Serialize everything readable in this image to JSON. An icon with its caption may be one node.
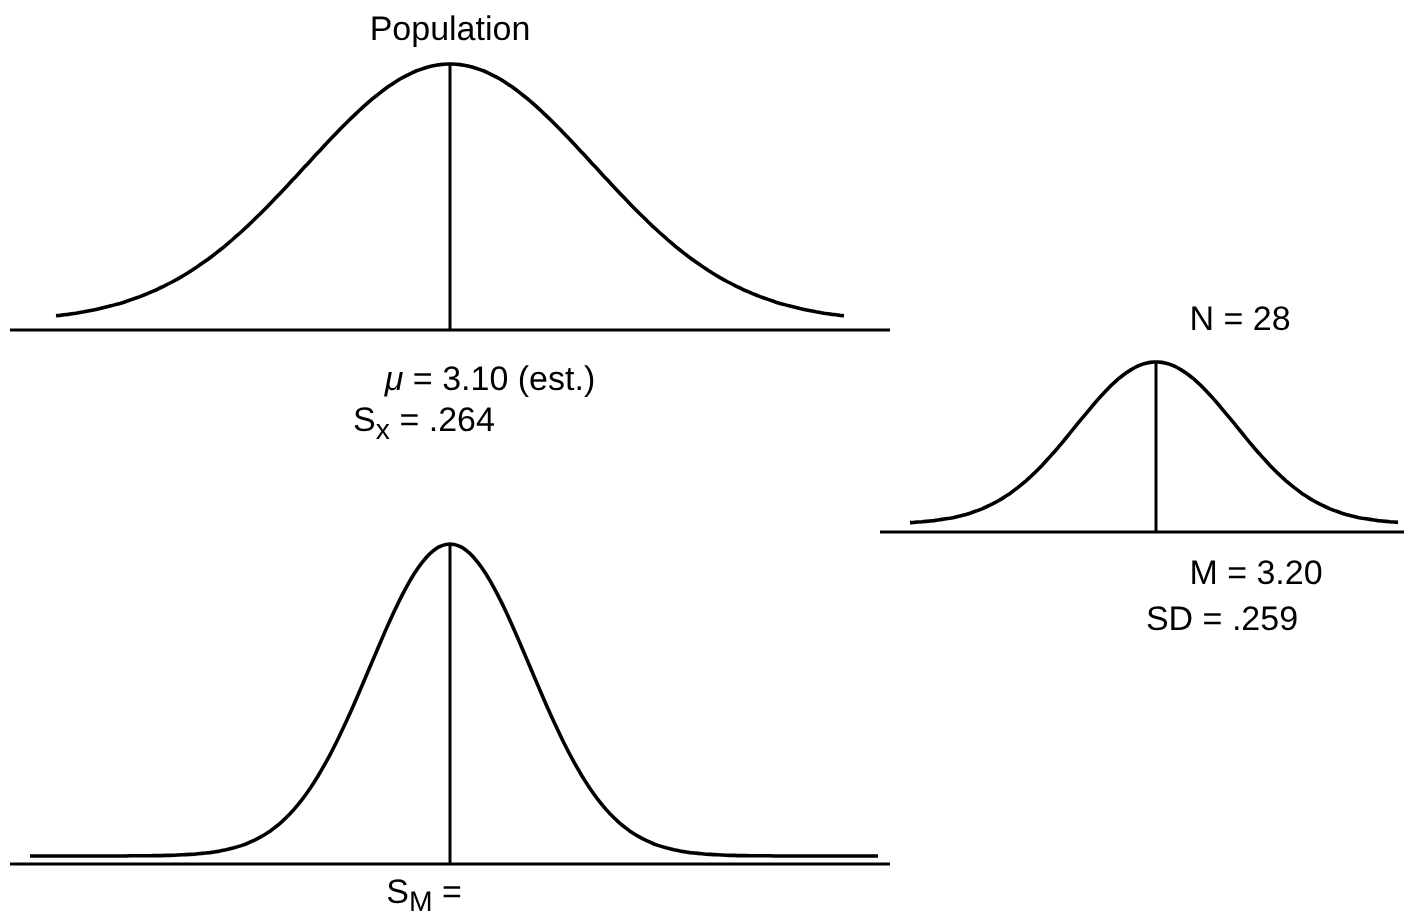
{
  "diagram": {
    "labels": [
      "Population",
      "*μ* = 3.10 (est.)",
      "S$_{x}$ = .264",
      "N = 28",
      "M = 3.20",
      "SD = .259",
      "S$_{M}$ ="
    ]
  }
}
